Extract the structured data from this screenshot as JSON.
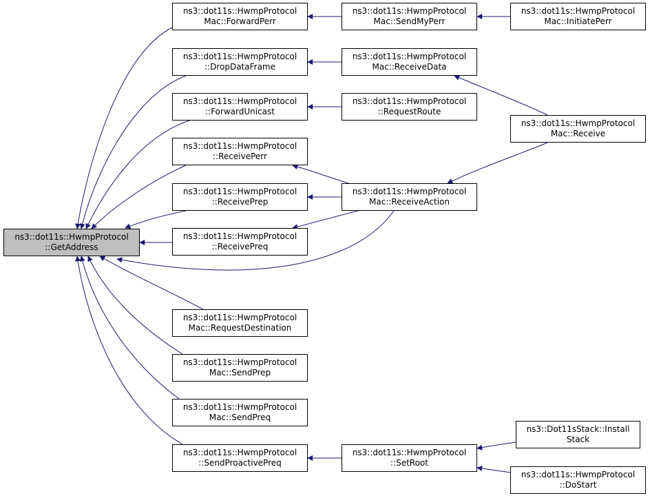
{
  "graph": {
    "edge_color": "#191970",
    "focus_fill": "#bfbfbf",
    "nodes": [
      {
        "id": "getaddress",
        "lines": [
          "ns3::dot11s::HwmpProtocol",
          "::GetAddress"
        ],
        "focus": true
      },
      {
        "id": "fwdperr",
        "lines": [
          "ns3::dot11s::HwmpProtocol",
          "Mac::ForwardPerr"
        ]
      },
      {
        "id": "dropdataframe",
        "lines": [
          "ns3::dot11s::HwmpProtocol",
          "::DropDataFrame"
        ]
      },
      {
        "id": "fwdunicast",
        "lines": [
          "ns3::dot11s::HwmpProtocol",
          "::ForwardUnicast"
        ]
      },
      {
        "id": "recvperr",
        "lines": [
          "ns3::dot11s::HwmpProtocol",
          "::ReceivePerr"
        ]
      },
      {
        "id": "recvprep",
        "lines": [
          "ns3::dot11s::HwmpProtocol",
          "::ReceivePrep"
        ]
      },
      {
        "id": "recvpreq",
        "lines": [
          "ns3::dot11s::HwmpProtocol",
          "::ReceivePreq"
        ]
      },
      {
        "id": "reqdest",
        "lines": [
          "ns3::dot11s::HwmpProtocol",
          "Mac::RequestDestination"
        ]
      },
      {
        "id": "sendprep",
        "lines": [
          "ns3::dot11s::HwmpProtocol",
          "Mac::SendPrep"
        ]
      },
      {
        "id": "sendpreq",
        "lines": [
          "ns3::dot11s::HwmpProtocol",
          "Mac::SendPreq"
        ]
      },
      {
        "id": "sendproactive",
        "lines": [
          "ns3::dot11s::HwmpProtocol",
          "::SendProactivePreq"
        ]
      },
      {
        "id": "sendmyperr",
        "lines": [
          "ns3::dot11s::HwmpProtocol",
          "Mac::SendMyPerr"
        ]
      },
      {
        "id": "recvdata",
        "lines": [
          "ns3::dot11s::HwmpProtocol",
          "Mac::ReceiveData"
        ]
      },
      {
        "id": "reqroute",
        "lines": [
          "ns3::dot11s::HwmpProtocol",
          "::RequestRoute"
        ]
      },
      {
        "id": "recvaction",
        "lines": [
          "ns3::dot11s::HwmpProtocol",
          "Mac::ReceiveAction"
        ]
      },
      {
        "id": "setroot",
        "lines": [
          "ns3::dot11s::HwmpProtocol",
          "::SetRoot"
        ]
      },
      {
        "id": "initperr",
        "lines": [
          "ns3::dot11s::HwmpProtocol",
          "Mac::InitiatePerr"
        ]
      },
      {
        "id": "receive",
        "lines": [
          "ns3::dot11s::HwmpProtocol",
          "Mac::Receive"
        ]
      },
      {
        "id": "install",
        "lines": [
          "ns3::Dot11sStack::Install",
          "Stack"
        ]
      },
      {
        "id": "dostart",
        "lines": [
          "ns3::dot11s::HwmpProtocol",
          "::DoStart"
        ]
      }
    ],
    "edges": [
      {
        "from": "fwdperr",
        "to": "getaddress"
      },
      {
        "from": "dropdataframe",
        "to": "getaddress"
      },
      {
        "from": "fwdunicast",
        "to": "getaddress"
      },
      {
        "from": "recvperr",
        "to": "getaddress"
      },
      {
        "from": "recvprep",
        "to": "getaddress"
      },
      {
        "from": "recvpreq",
        "to": "getaddress"
      },
      {
        "from": "recvaction",
        "to": "getaddress"
      },
      {
        "from": "reqdest",
        "to": "getaddress"
      },
      {
        "from": "sendprep",
        "to": "getaddress"
      },
      {
        "from": "sendpreq",
        "to": "getaddress"
      },
      {
        "from": "sendproactive",
        "to": "getaddress"
      },
      {
        "from": "sendmyperr",
        "to": "fwdperr"
      },
      {
        "from": "initperr",
        "to": "sendmyperr"
      },
      {
        "from": "recvdata",
        "to": "dropdataframe"
      },
      {
        "from": "receive",
        "to": "recvdata"
      },
      {
        "from": "reqroute",
        "to": "fwdunicast"
      },
      {
        "from": "recvaction",
        "to": "recvperr"
      },
      {
        "from": "recvaction",
        "to": "recvprep"
      },
      {
        "from": "recvaction",
        "to": "recvpreq"
      },
      {
        "from": "receive",
        "to": "recvaction"
      },
      {
        "from": "setroot",
        "to": "sendproactive"
      },
      {
        "from": "install",
        "to": "setroot"
      },
      {
        "from": "dostart",
        "to": "setroot"
      }
    ]
  }
}
